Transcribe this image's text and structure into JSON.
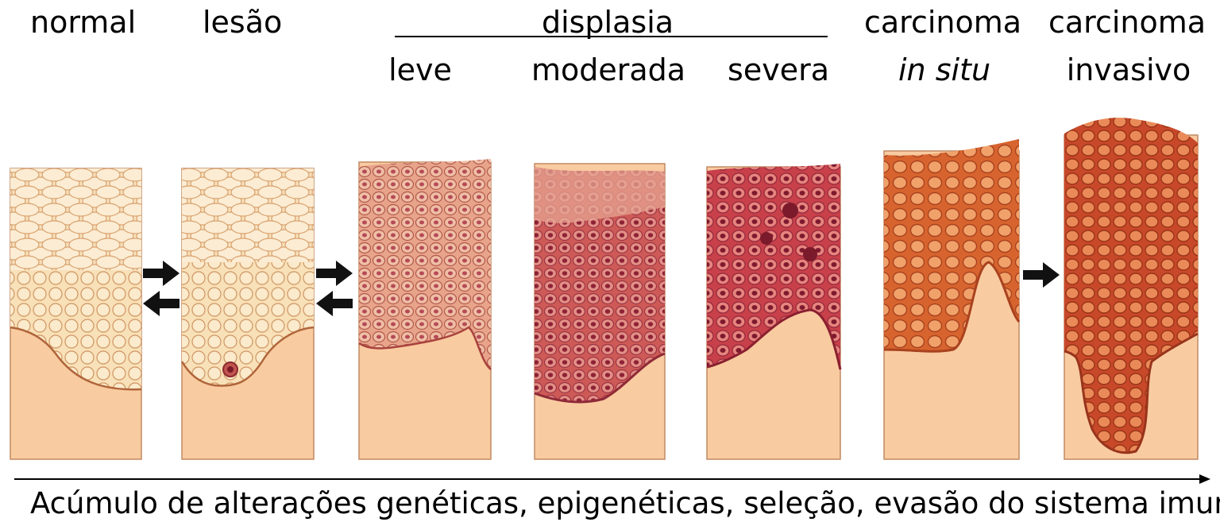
{
  "labels": {
    "normal": "normal",
    "lesao": "lesão",
    "displasia": "displasia",
    "leve": "leve",
    "moderada": "moderada",
    "severa": "severa",
    "carcinoma_in_situ_line1": "carcinoma",
    "carcinoma_in_situ_line2": "in situ",
    "carcinoma_invasivo_line1": "carcinoma",
    "carcinoma_invasivo_line2": "invasivo"
  },
  "caption": "Acúmulo de alterações genéticas, epigenéticas, seleção, evasão do sistema imune",
  "colors": {
    "stroma": "#f9cba0",
    "stroma_border": "#b0653a",
    "normal_epithelium": "#f8e3c0",
    "mild_dysplasia": "#e79a80",
    "moderate_dysplasia": "#d35a55",
    "severe_dysplasia": "#c8404a",
    "carcinoma_in_situ": "#d8622f",
    "carcinoma_invasive": "#c8482a",
    "arrow": "#111111"
  },
  "stages": [
    {
      "id": "normal",
      "fill": "normal_epithelium",
      "cells": "light"
    },
    {
      "id": "lesao",
      "fill": "normal_epithelium",
      "cells": "light"
    },
    {
      "id": "leve",
      "fill": "mild_dysplasia",
      "cells": "pink"
    },
    {
      "id": "moderada",
      "fill": "moderate_dysplasia",
      "cells": "red"
    },
    {
      "id": "severa",
      "fill": "severe_dysplasia",
      "cells": "red"
    },
    {
      "id": "in_situ",
      "fill": "carcinoma_in_situ",
      "cells": "orange"
    },
    {
      "id": "invasivo",
      "fill": "carcinoma_invasive",
      "cells": "orange"
    }
  ]
}
